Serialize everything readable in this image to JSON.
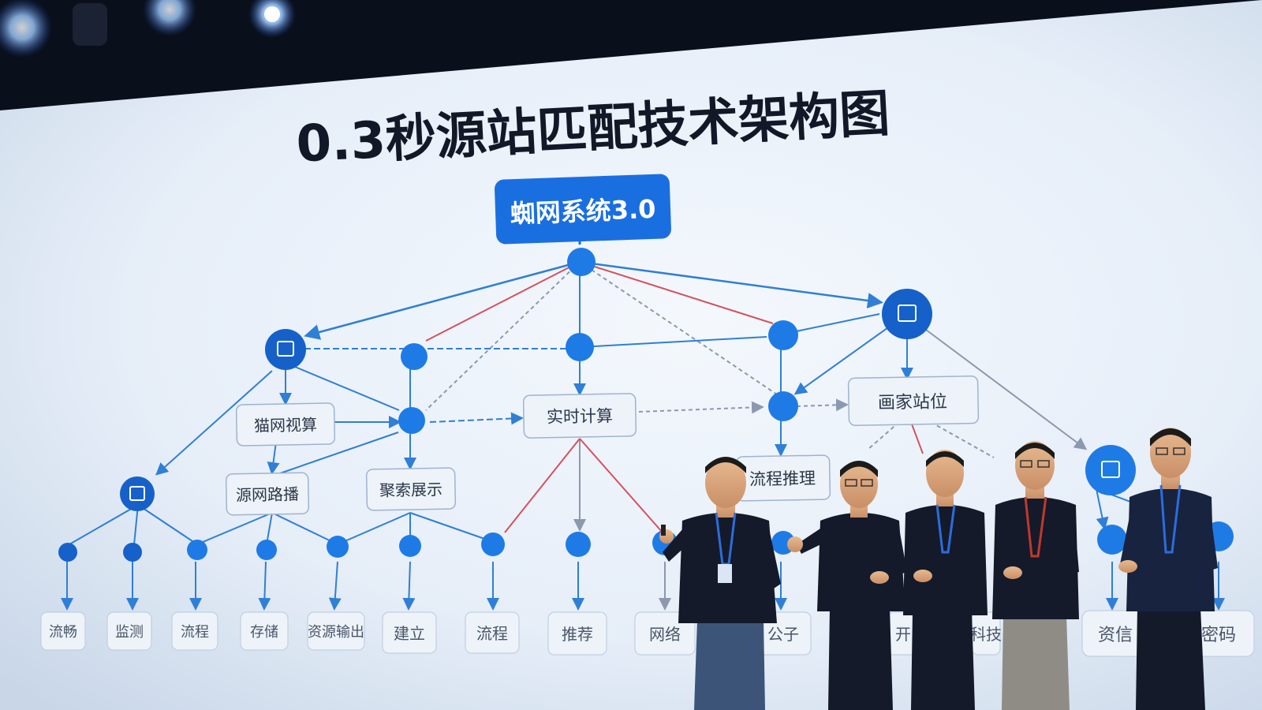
{
  "slide": {
    "title": "0.3秒源站匹配技术架构图",
    "root_label": "蜘网系统3.0"
  },
  "mid_boxes": [
    {
      "label": "猫网视算"
    },
    {
      "label": "聚索展示"
    },
    {
      "label": "源网路播"
    },
    {
      "label": "实时计算"
    },
    {
      "label": "画家站位"
    },
    {
      "label": "流程推理"
    }
  ],
  "leaves": [
    {
      "label": "流畅"
    },
    {
      "label": "监测"
    },
    {
      "label": "流程"
    },
    {
      "label": "存储"
    },
    {
      "label": "资源输出"
    },
    {
      "label": "建立"
    },
    {
      "label": "流程"
    },
    {
      "label": "推荐"
    },
    {
      "label": "网络"
    },
    {
      "label": "公子"
    },
    {
      "label": "开"
    },
    {
      "label": "科技"
    },
    {
      "label": "资信"
    },
    {
      "label": "密码"
    }
  ],
  "colors": {
    "node": "#1e7be6",
    "node_dark": "#1561c9",
    "edge_blue": "#2f7fd6",
    "edge_red": "#d4525e",
    "edge_gray": "#8c98ad",
    "root_fill": "#1a6fe0",
    "box_fill": "#eef3fa",
    "box_stroke": "#9fb3cf",
    "shirt": "#141a2a",
    "lanyard": "#2c6ddb"
  }
}
